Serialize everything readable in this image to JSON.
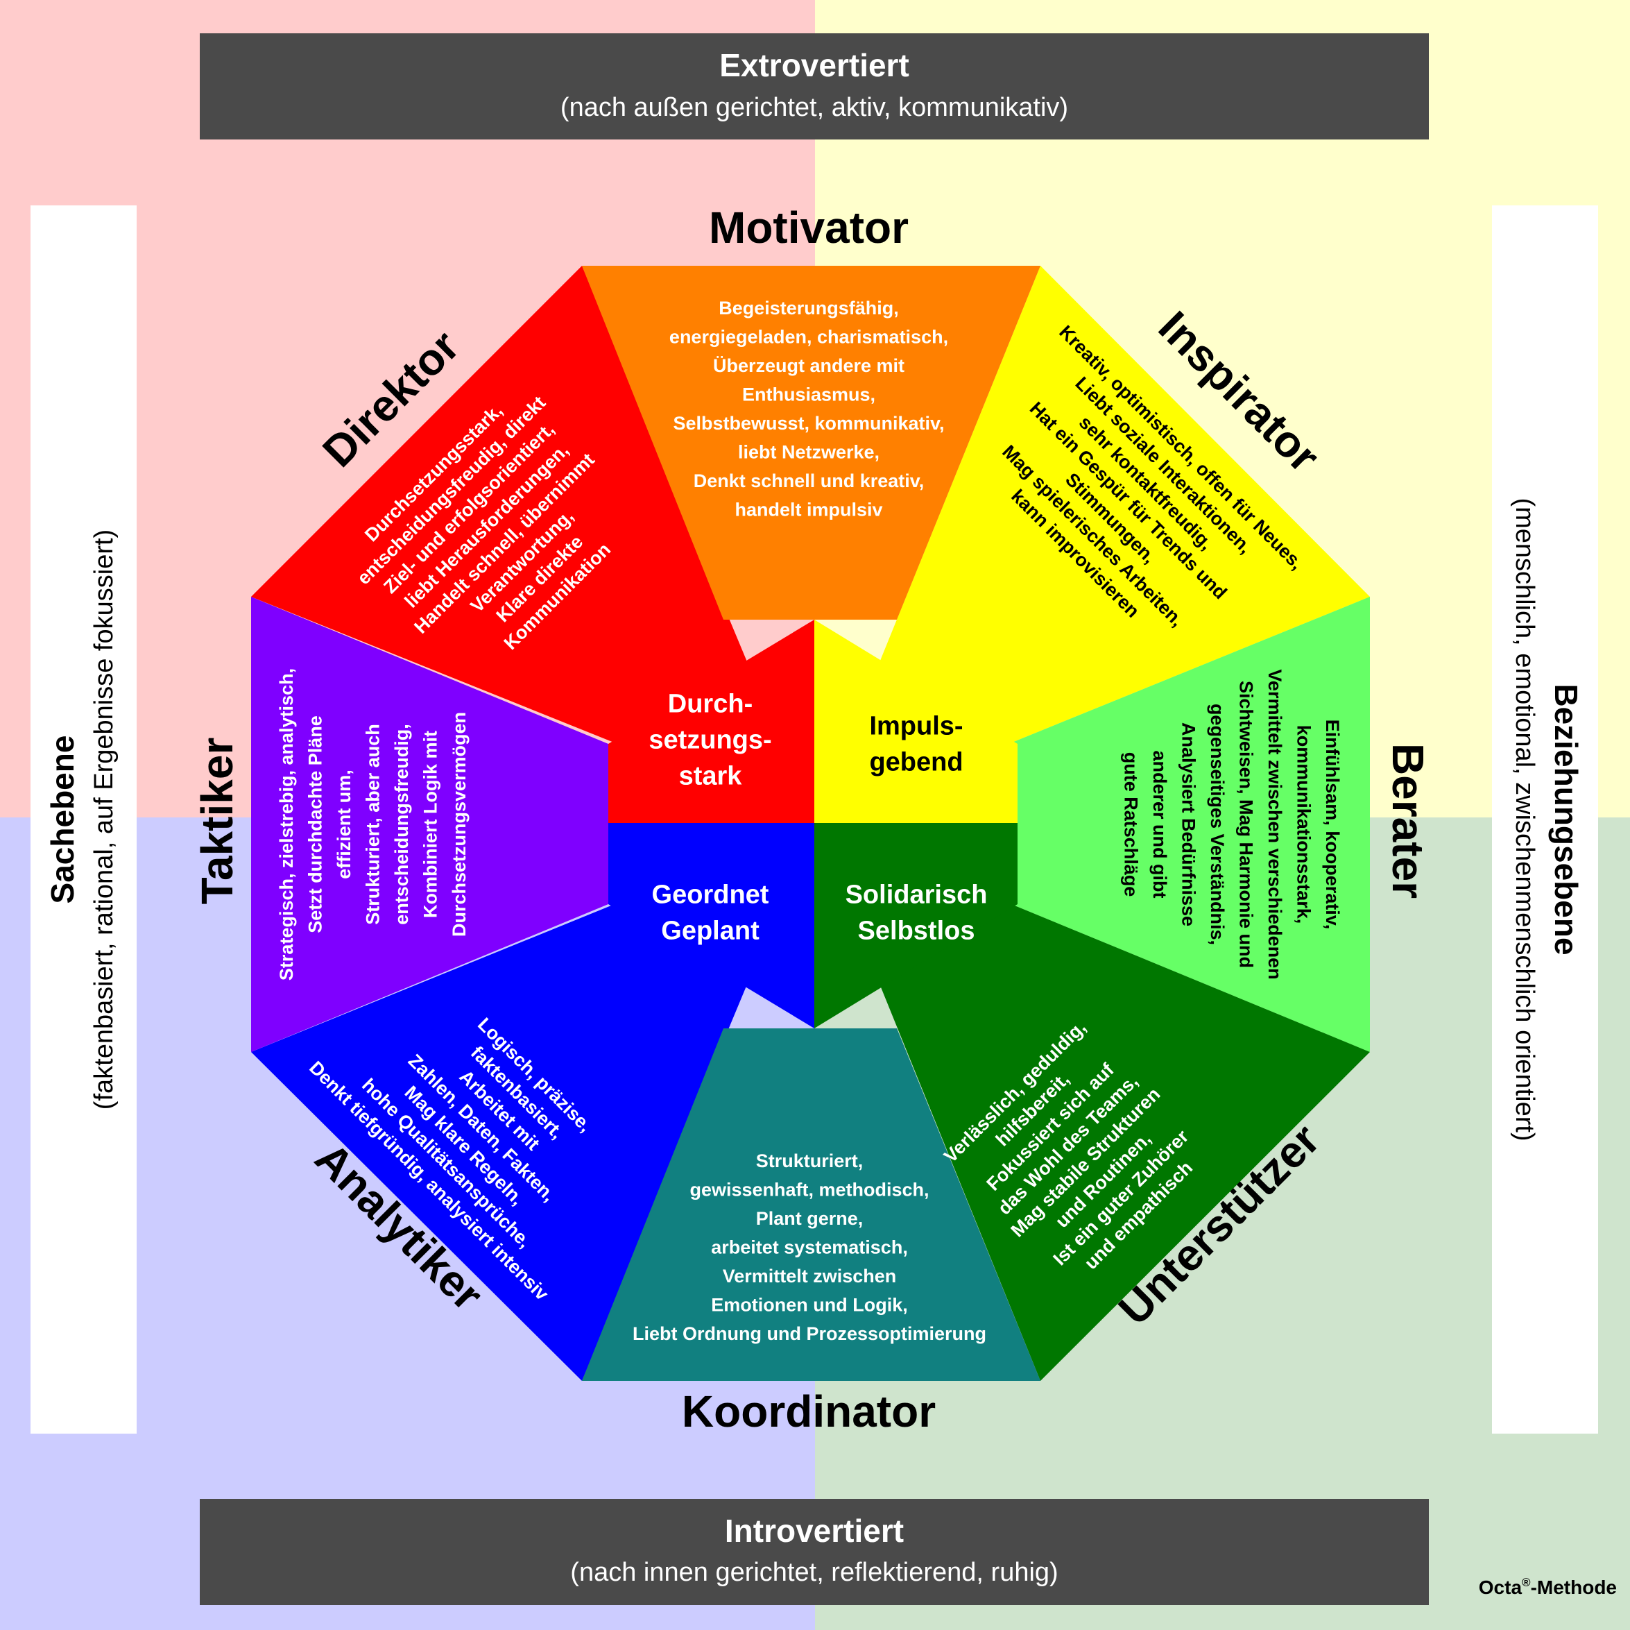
{
  "colors": {
    "quad_top_left": "#ffcccc",
    "quad_top_right": "#ffffcc",
    "quad_bottom_left": "#ccccff",
    "quad_bottom_right": "#cfe4cd",
    "banner": "#4a4a4a",
    "motivator": "#ff8000",
    "inspirator": "#ffff00",
    "berater": "#66ff66",
    "unterstuetzer": "#007700",
    "koordinator": "#118080",
    "analytiker": "#0000ff",
    "taktiker": "#7f00ff",
    "direktor": "#ff0000",
    "center_top_left": "#ff0000",
    "center_top_right": "#ffff00",
    "center_bottom_left": "#0000ff",
    "center_bottom_right": "#007700"
  },
  "top_banner": {
    "title": "Extrovertiert",
    "subtitle": "(nach außen gerichtet, aktiv, kommunikativ)"
  },
  "bottom_banner": {
    "title": "Introvertiert",
    "subtitle": "(nach innen gerichtet, reflektierend, ruhig)"
  },
  "left_panel": {
    "title": "Sachebene",
    "subtitle": "(faktenbasiert, rational, auf Ergebnisse fokussiert)"
  },
  "right_panel": {
    "title": "Beziehungsebene",
    "subtitle": "(menschlich, emotional, zwischenmenschlich orientiert)"
  },
  "types": {
    "motivator": {
      "name": "Motivator",
      "lines": [
        "Begeisterungsfähig,",
        "energiegeladen, charismatisch,",
        "Überzeugt andere mit",
        "Enthusiasmus,",
        "Selbstbewusst, kommunikativ,",
        "liebt Netzwerke,",
        "Denkt schnell und kreativ,",
        "handelt impulsiv"
      ]
    },
    "inspirator": {
      "name": "Inspirator",
      "lines": [
        "Kreativ, optimistisch, offen für Neues,",
        "Liebt soziale Interaktionen,",
        "sehr kontaktfreudig,",
        "Hat ein Gespür für Trends und",
        "Stimmungen,",
        "Mag spielerisches Arbeiten,",
        "kann improvisieren"
      ]
    },
    "berater": {
      "name": "Berater",
      "lines": [
        "Einfühlsam, kooperativ,",
        "kommunikationsstark,",
        "Vermittelt zwischen verschiedenen",
        "Sichtweisen, Mag Harmonie und",
        "gegenseitiges Verständnis,",
        "Analysiert Bedürfnisse",
        "anderer und gibt",
        "gute Ratschläge"
      ]
    },
    "unterstuetzer": {
      "name": "Unterstützer",
      "lines": [
        "Verlässlich, geduldig,",
        "hilfsbereit,",
        "Fokussiert sich auf",
        "das Wohl des Teams,",
        "Mag stabile Strukturen",
        "und Routinen,",
        "Ist ein guter Zuhörer",
        "und empathisch"
      ]
    },
    "koordinator": {
      "name": "Koordinator",
      "lines": [
        "Strukturiert,",
        "gewissenhaft, methodisch,",
        "Plant gerne,",
        "arbeitet systematisch,",
        "Vermittelt zwischen",
        "Emotionen und Logik,",
        "Liebt Ordnung und Prozessoptimierung"
      ]
    },
    "analytiker": {
      "name": "Analytiker",
      "lines": [
        "Logisch, präzise,",
        "faktenbasiert,",
        "Arbeitet mit",
        "Zahlen, Daten, Fakten,",
        "Mag klare Regeln,",
        "hohe Qualitätsansprüche,",
        "Denkt tiefgründig, analysiert intensiv"
      ]
    },
    "taktiker": {
      "name": "Taktiker",
      "lines": [
        "Strategisch, zielstrebig, analytisch,",
        "Setzt durchdachte Pläne",
        "effizient um,",
        "Strukturiert, aber auch",
        "entscheidungsfreudig,",
        "Kombiniert Logik mit",
        "Durchsetzungsvermögen"
      ]
    },
    "direktor": {
      "name": "Direktor",
      "lines": [
        "Durchsetzungsstark,",
        "entscheidungsfreudig, direkt",
        "Ziel- und erfolgsorientiert,",
        "liebt Herausforderungen,",
        "Handelt schnell, übernimmt",
        "Verantwortung,",
        "Klare direkte",
        "Kommunikation"
      ]
    }
  },
  "center": {
    "top_left": [
      "Durch-",
      "setzungs-",
      "stark"
    ],
    "top_right": [
      "Impuls-",
      "gebend"
    ],
    "bottom_left": [
      "Geordnet",
      "Geplant"
    ],
    "bottom_right": [
      "Solidarisch",
      "Selbstlos"
    ]
  },
  "credit": {
    "prefix": "Octa",
    "mark": "®",
    "suffix": "-Methode"
  }
}
